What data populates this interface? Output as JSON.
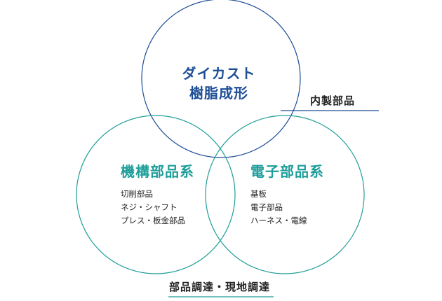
{
  "colors": {
    "navy": "#1d4e96",
    "teal": "#1f9e9a",
    "text": "#222222"
  },
  "top_circle": {
    "title_line1": "ダイカスト",
    "title_line2": "樹脂成形"
  },
  "left_circle": {
    "title": "機構部品系",
    "items": [
      "切削部品",
      "ネジ・シャフト",
      "プレス・板金部品"
    ]
  },
  "right_circle": {
    "title": "電子部品系",
    "items": [
      "基板",
      "電子部品",
      "ハーネス・電線"
    ]
  },
  "captions": {
    "inhouse": "内製部品",
    "procurement": "部品調達・現地調達"
  }
}
